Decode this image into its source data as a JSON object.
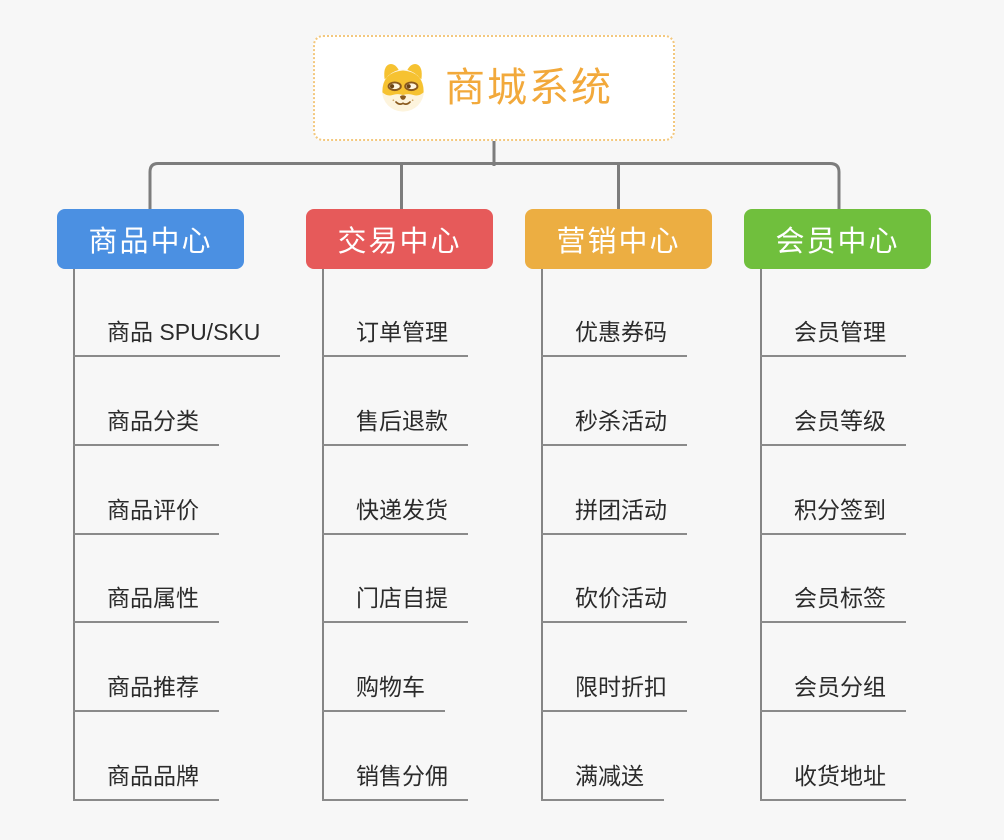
{
  "root": {
    "title": "商城系统",
    "icon": "dog-face-icon",
    "title_color": "#f2a93b",
    "border_color": "#f3c87e"
  },
  "colors": {
    "background": "#f7f7f7",
    "connector_gray": "#7d7d7d",
    "leaf_underline_gray": "#8a8a8a",
    "leaf_text": "#2b2b2b"
  },
  "branches": [
    {
      "id": "product-center",
      "label": "商品中心",
      "color": "#4b90e2",
      "children": [
        "商品 SPU/SKU",
        "商品分类",
        "商品评价",
        "商品属性",
        "商品推荐",
        "商品品牌"
      ]
    },
    {
      "id": "trade-center",
      "label": "交易中心",
      "color": "#e65a5a",
      "children": [
        "订单管理",
        "售后退款",
        "快递发货",
        "门店自提",
        "购物车",
        "销售分佣"
      ]
    },
    {
      "id": "marketing-center",
      "label": "营销中心",
      "color": "#ecae42",
      "children": [
        "优惠券码",
        "秒杀活动",
        "拼团活动",
        "砍价活动",
        "限时折扣",
        "满减送"
      ]
    },
    {
      "id": "member-center",
      "label": "会员中心",
      "color": "#70bf3d",
      "children": [
        "会员管理",
        "会员等级",
        "积分签到",
        "会员标签",
        "会员分组",
        "收货地址"
      ]
    }
  ]
}
